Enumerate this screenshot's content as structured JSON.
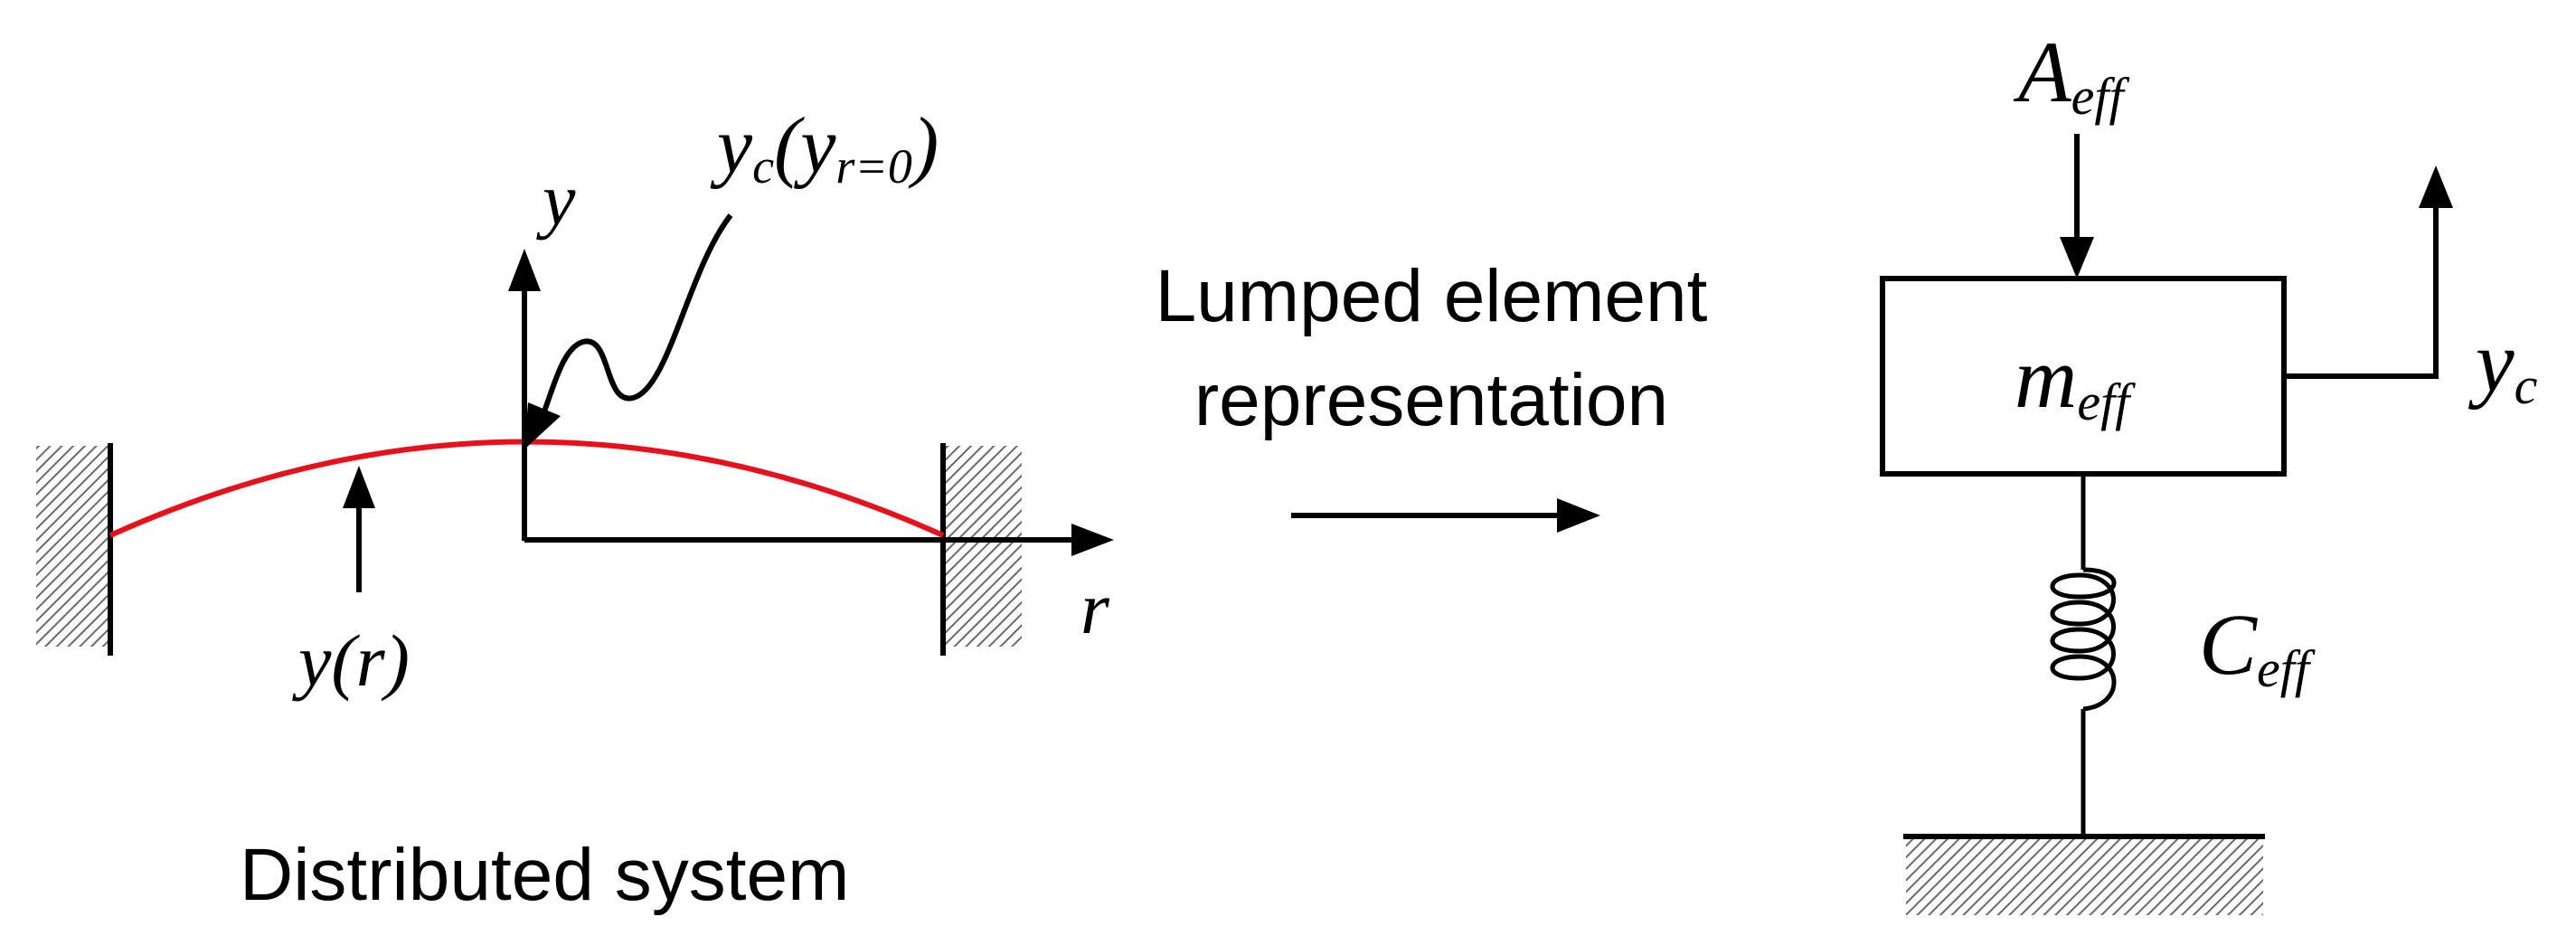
{
  "distributed": {
    "caption": "Distributed system",
    "y_axis_label": "y",
    "r_axis_label": "r",
    "deflection_label": "y(r)",
    "center_label_main": "y",
    "center_label_sub": "c",
    "center_label_paren_open": "(y",
    "center_label_paren_sub": "r=0",
    "center_label_paren_close": ")"
  },
  "transition": {
    "line1": "Lumped element",
    "line2": "representation"
  },
  "lumped": {
    "force_main": "A",
    "force_sub": "eff",
    "mass_main": "m",
    "mass_sub": "eff",
    "spring_main": "C",
    "spring_sub": "eff",
    "output_main": "y",
    "output_sub": "c"
  },
  "colors": {
    "beam": "#e8101a",
    "hatch": "#6a6a6a",
    "ink": "#000000"
  }
}
